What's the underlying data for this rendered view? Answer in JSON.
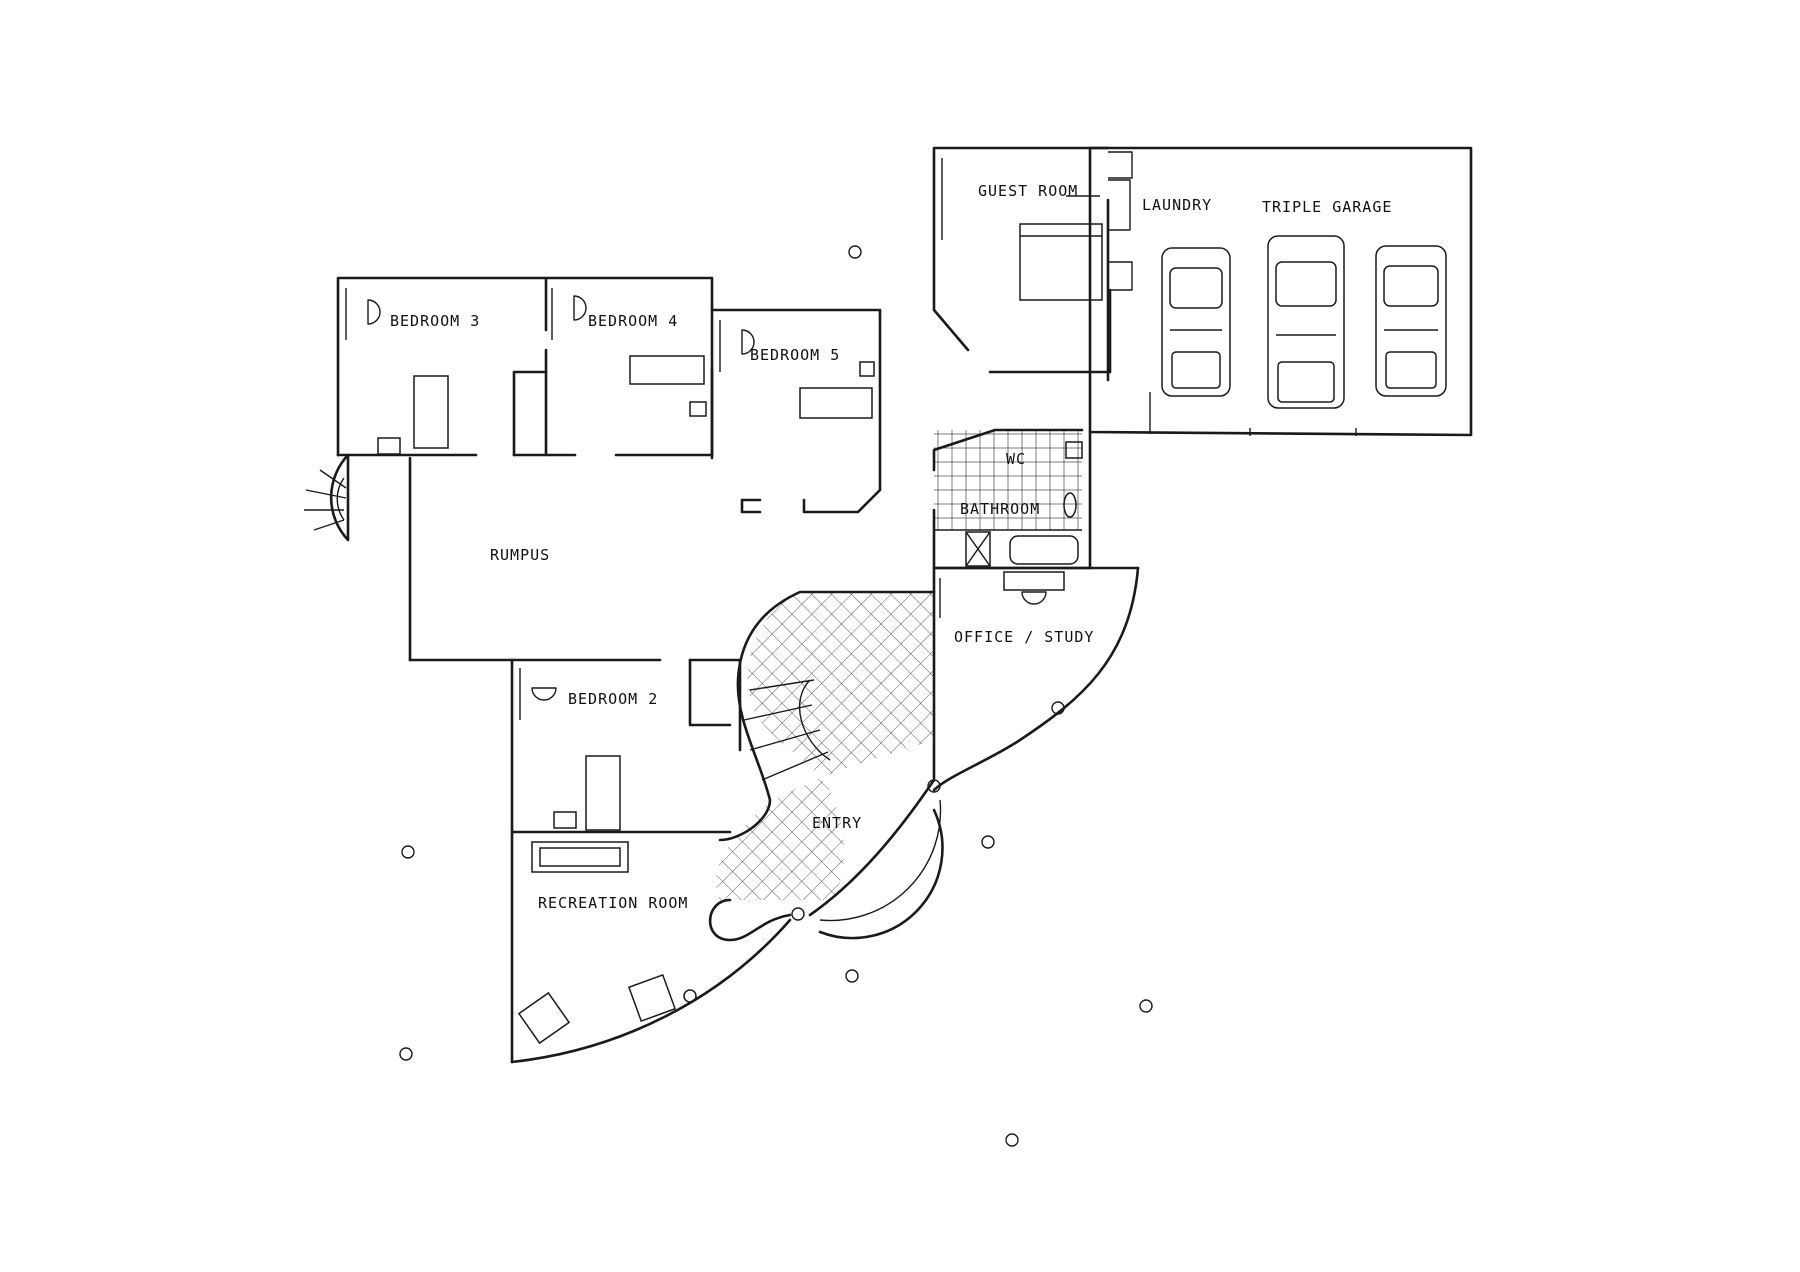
{
  "rooms": {
    "guest_room": "GUEST ROOM",
    "laundry": "LAUNDRY",
    "triple_garage": "TRIPLE   GARAGE",
    "bedroom_3": "BEDROOM  3",
    "bedroom_4": "BEDROOM  4",
    "bedroom_5": "BEDROOM  5",
    "wc": "WC",
    "bathroom": "BATHROOM",
    "rumpus": "RUMPUS",
    "office_study": "OFFICE / STUDY",
    "bedroom_2": "BEDROOM  2",
    "entry": "ENTRY",
    "recreation_room": "RECREATION  ROOM"
  }
}
